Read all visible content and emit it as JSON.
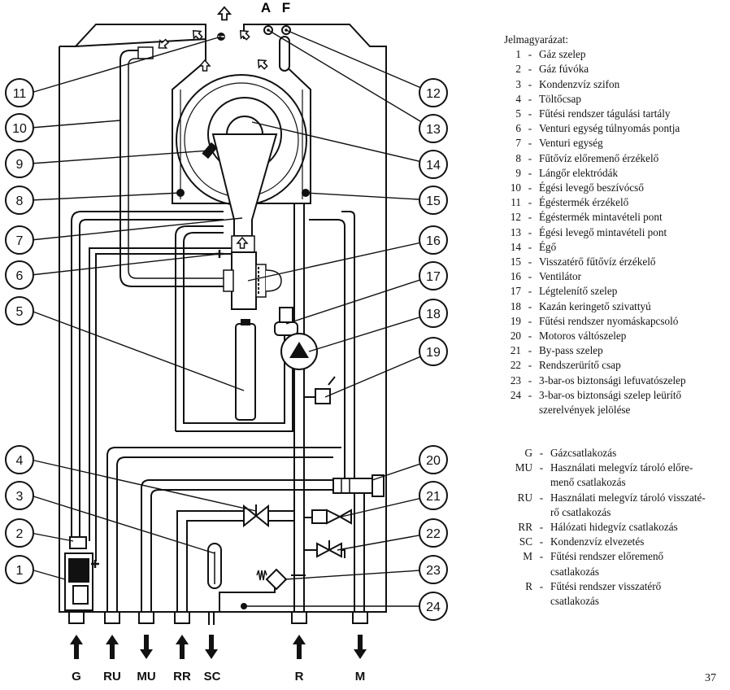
{
  "diagram": {
    "top_labels": {
      "a": "A",
      "f": "F"
    },
    "callouts": [
      "1",
      "2",
      "3",
      "4",
      "5",
      "6",
      "7",
      "8",
      "9",
      "10",
      "11",
      "12",
      "13",
      "14",
      "15",
      "16",
      "17",
      "18",
      "19",
      "20",
      "21",
      "22",
      "23",
      "24"
    ],
    "bottom_labels": {
      "g": "G",
      "ru": "RU",
      "mu": "MU",
      "rr": "RR",
      "sc": "SC",
      "r": "R",
      "m": "M"
    }
  },
  "legend": {
    "title": "Jelmagyarázat:",
    "items": [
      {
        "num": "1",
        "text": "Gáz szelep"
      },
      {
        "num": "2",
        "text": "Gáz fúvóka"
      },
      {
        "num": "3",
        "text": "Kondenzvíz szifon"
      },
      {
        "num": "4",
        "text": "Töltőcsap"
      },
      {
        "num": "5",
        "text": "Fűtési rendszer tágulási tartály"
      },
      {
        "num": "6",
        "text": "Venturi egység túlnyomás pontja"
      },
      {
        "num": "7",
        "text": "Venturi egység"
      },
      {
        "num": "8",
        "text": "Fűtővíz előremenő érzékelő"
      },
      {
        "num": "9",
        "text": "Lángőr elektródák"
      },
      {
        "num": "10",
        "text": "Égési levegő beszívócső"
      },
      {
        "num": "11",
        "text": "Égéstermék érzékelő"
      },
      {
        "num": "12",
        "text": "Égéstermék mintavételi pont"
      },
      {
        "num": "13",
        "text": "Égési levegő mintavételi pont"
      },
      {
        "num": "14",
        "text": "Égő"
      },
      {
        "num": "15",
        "text": "Visszatérő fűtővíz érzékelő"
      },
      {
        "num": "16",
        "text": "Ventilátor"
      },
      {
        "num": "17",
        "text": "Légtelenítő szelep"
      },
      {
        "num": "18",
        "text": "Kazán keringető szivattyú"
      },
      {
        "num": "19",
        "text": "Fűtési rendszer nyomáskapcsoló"
      },
      {
        "num": "20",
        "text": "Motoros váltószelep"
      },
      {
        "num": "21",
        "text": " By-pass szelep"
      },
      {
        "num": "22",
        "text": "Rendszerürítő csap"
      },
      {
        "num": "23",
        "text": "3-bar-os biztonsági lefuvatószelep"
      },
      {
        "num": "24",
        "text": "3-bar-os biztonsági szelep leürítő",
        "text2": "szerelvények jelölése"
      }
    ]
  },
  "connections": [
    {
      "code": "G",
      "text": "Gázcsatlakozás"
    },
    {
      "code": "MU",
      "text": "Használati melegvíz tároló előre-",
      "text2": "menő csatlakozás"
    },
    {
      "code": "RU",
      "text": "Használati melegvíz tároló visszaté-",
      "text2": "rő csatlakozás"
    },
    {
      "code": "RR",
      "text": "Hálózati hidegvíz csatlakozás"
    },
    {
      "code": "SC",
      "text": "Kondenzvíz elvezetés"
    },
    {
      "code": "M",
      "text": "Fűtési rendszer előremenő",
      "text2": "csatlakozás"
    },
    {
      "code": "R",
      "text": "Fűtési rendszer visszatérő",
      "text2": "csatlakozás"
    }
  ],
  "page_number": "37"
}
